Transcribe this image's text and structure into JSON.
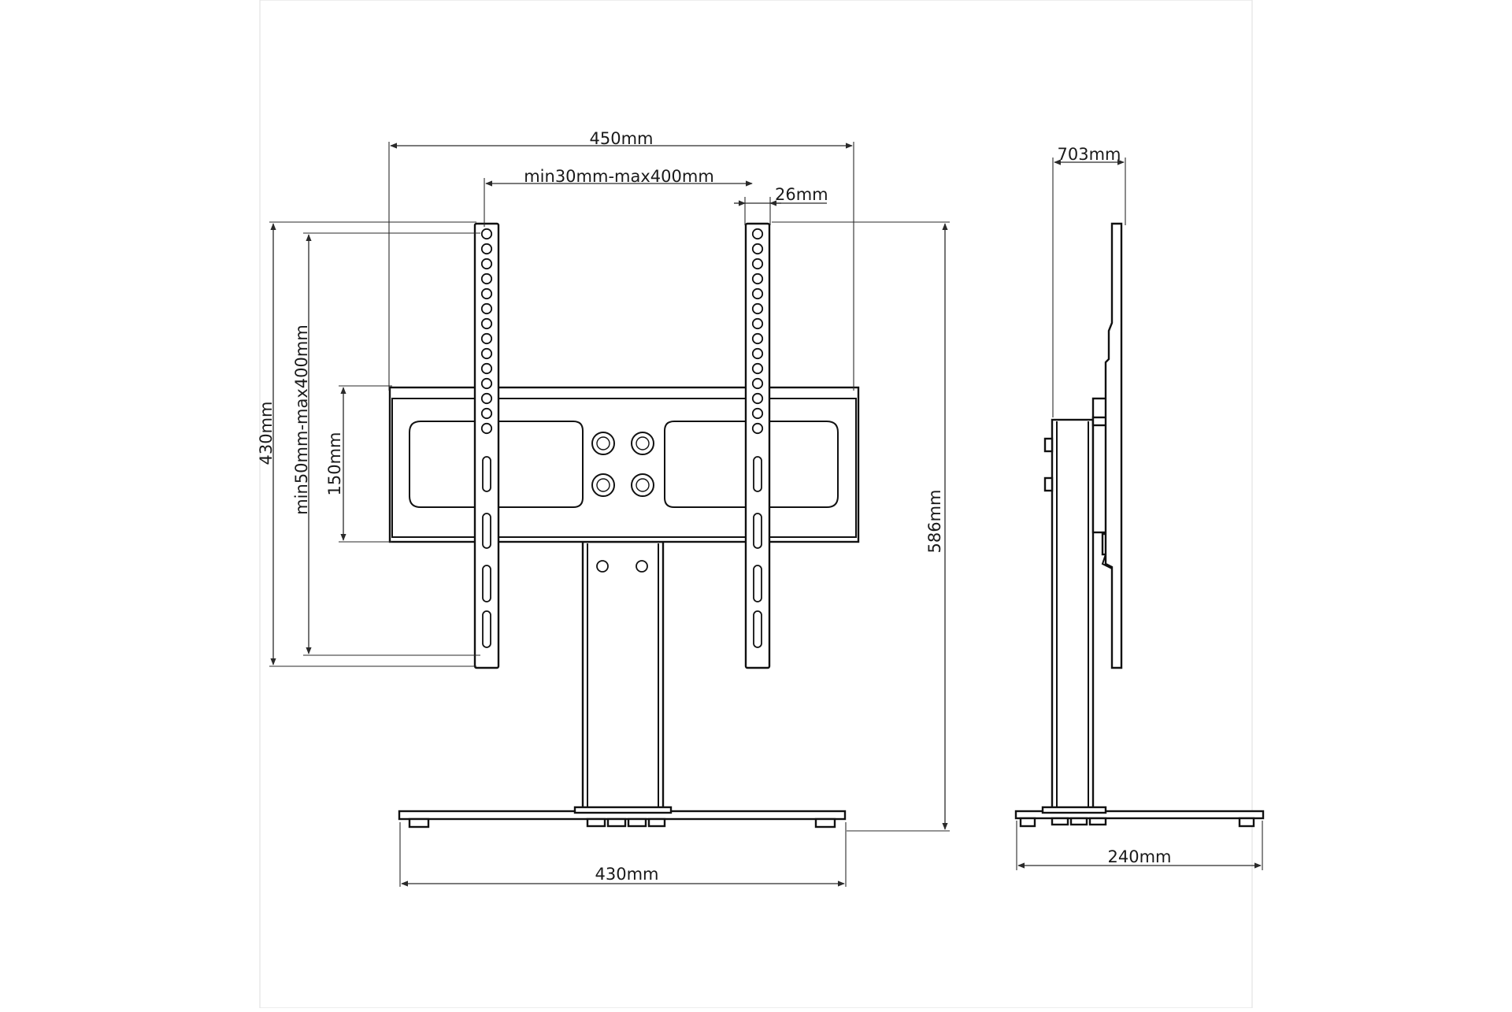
{
  "dimensions": {
    "top_width": "450mm",
    "vesa_horizontal": "min30mm-max400mm",
    "arm_width": "26mm",
    "bracket_height": "430mm",
    "vesa_vertical": "min50mm-max400mm",
    "plate_height": "150mm",
    "total_height": "586mm",
    "base_width": "430mm",
    "side_depth_top": "703mm",
    "side_base_depth": "240mm"
  },
  "colors": {
    "line": "#111111",
    "frame": "#e3e3e3",
    "background": "#ffffff"
  }
}
